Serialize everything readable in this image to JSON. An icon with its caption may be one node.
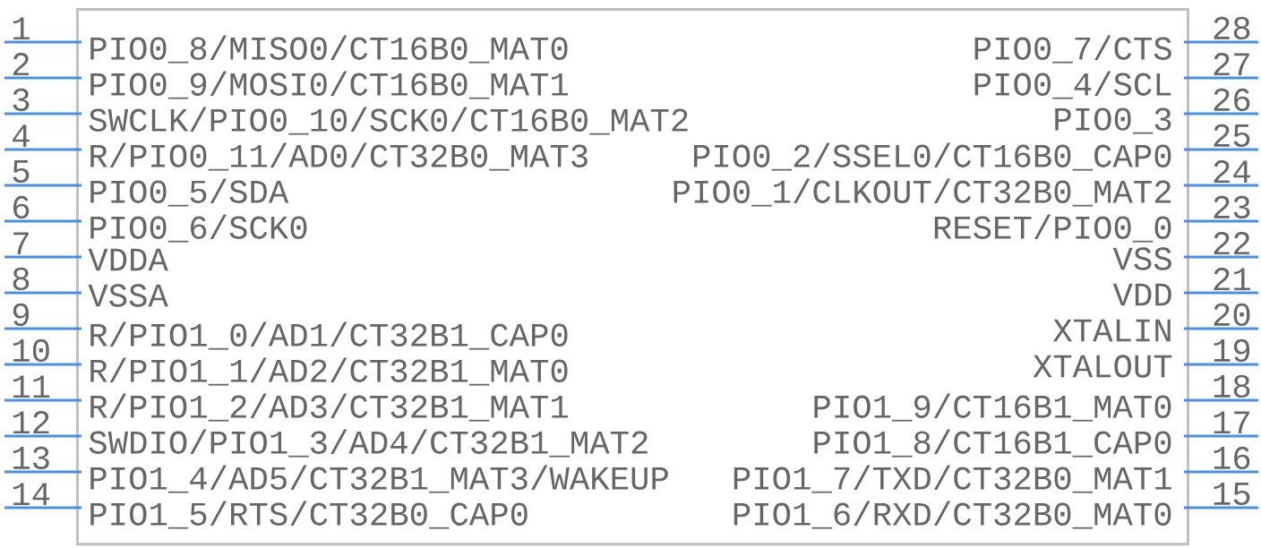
{
  "diagram": {
    "nodes": [
      {
        "text": [
          "PIO0_8/MISO0/CT16B0_MAT0",
          "PIO0_9/MOSI0/CT16B0_MAT1",
          "SWCLK/PIO0_10/SCK0/CT16B0_MAT2",
          "R/PIO0_11/AD0/CT32B0_MAT3",
          "PIO0_5/SDA",
          "PIO0_6/SCK0",
          "VDDA",
          "VSSA",
          "R/PIO1_0/AD1/CT32B1_CAP0",
          "R/PIO1_1/AD2/CT32B1_MAT0",
          "R/PIO1_2/AD3/CT32B1_MAT1",
          "SWDIO/PIO1_3/AD4/CT32B1_MAT2",
          "PIO1_4/AD5/CT32B1_MAT3/WAKEUP",
          "PIO1_5/RTS/CT32B0_CAP0",
          "PIO0_7/CTS",
          "PIO0_4/SCL",
          "PIO0_3",
          "PIO0_2/SSEL0/CT16B0_CAP0",
          "PIO0_1/CLKOUT/CT32B0_MAT2",
          "RESET/PIO0_0",
          "VSS",
          "VDD",
          "XTALIN",
          "XTALOUT",
          "PIO1_9/CT16B1_MAT0",
          "PIO1_8/CT16B1_CAP0",
          "PIO1_7/TXD/CT32B0_MAT1",
          "PIO1_6/RXD/CT32B0_MAT0"
        ]
      },
      {
        "text": [
          "1"
        ]
      },
      {
        "text": [
          "2"
        ]
      },
      {
        "text": [
          "3"
        ]
      },
      {
        "text": [
          "4"
        ]
      },
      {
        "text": [
          "5"
        ]
      },
      {
        "text": [
          "6"
        ]
      },
      {
        "text": [
          "7"
        ]
      },
      {
        "text": [
          "8"
        ]
      },
      {
        "text": [
          "9"
        ]
      },
      {
        "text": [
          "10"
        ]
      },
      {
        "text": [
          "11"
        ]
      },
      {
        "text": [
          "12"
        ]
      },
      {
        "text": [
          "13"
        ]
      },
      {
        "text": [
          "14"
        ]
      },
      {
        "text": [
          "28"
        ]
      },
      {
        "text": [
          "27"
        ]
      },
      {
        "text": [
          "26"
        ]
      },
      {
        "text": [
          "25"
        ]
      },
      {
        "text": [
          "24"
        ]
      },
      {
        "text": [
          "23"
        ]
      },
      {
        "text": [
          "22"
        ]
      },
      {
        "text": [
          "21"
        ]
      },
      {
        "text": [
          "20"
        ]
      },
      {
        "text": [
          "19"
        ]
      },
      {
        "text": [
          "18"
        ]
      },
      {
        "text": [
          "17"
        ]
      },
      {
        "text": [
          "16"
        ]
      },
      {
        "text": [
          "15"
        ]
      }
    ],
    "edges": [
      {
        "from": 1,
        "to": 0,
        "arrow": "none"
      },
      {
        "from": 2,
        "to": 0,
        "arrow": "none"
      },
      {
        "from": 3,
        "to": 0,
        "arrow": "none"
      },
      {
        "from": 4,
        "to": 0,
        "arrow": "none"
      },
      {
        "from": 5,
        "to": 0,
        "arrow": "none"
      },
      {
        "from": 6,
        "to": 0,
        "arrow": "none"
      },
      {
        "from": 7,
        "to": 0,
        "arrow": "none"
      },
      {
        "from": 8,
        "to": 0,
        "arrow": "none"
      },
      {
        "from": 9,
        "to": 0,
        "arrow": "none"
      },
      {
        "from": 10,
        "to": 0,
        "arrow": "none"
      },
      {
        "from": 11,
        "to": 0,
        "arrow": "none"
      },
      {
        "from": 12,
        "to": 0,
        "arrow": "none"
      },
      {
        "from": 13,
        "to": 0,
        "arrow": "none"
      },
      {
        "from": 14,
        "to": 0,
        "arrow": "none"
      },
      {
        "from": 15,
        "to": 0,
        "arrow": "none"
      },
      {
        "from": 16,
        "to": 0,
        "arrow": "none"
      },
      {
        "from": 17,
        "to": 0,
        "arrow": "none"
      },
      {
        "from": 18,
        "to": 0,
        "arrow": "none"
      },
      {
        "from": 19,
        "to": 0,
        "arrow": "none"
      },
      {
        "from": 20,
        "to": 0,
        "arrow": "none"
      },
      {
        "from": 21,
        "to": 0,
        "arrow": "none"
      },
      {
        "from": 22,
        "to": 0,
        "arrow": "none"
      },
      {
        "from": 23,
        "to": 0,
        "arrow": "none"
      },
      {
        "from": 24,
        "to": 0,
        "arrow": "none"
      },
      {
        "from": 25,
        "to": 0,
        "arrow": "none"
      },
      {
        "from": 26,
        "to": 0,
        "arrow": "none"
      },
      {
        "from": 27,
        "to": 0,
        "arrow": "none"
      },
      {
        "from": 28,
        "to": 0,
        "arrow": "none"
      }
    ]
  }
}
